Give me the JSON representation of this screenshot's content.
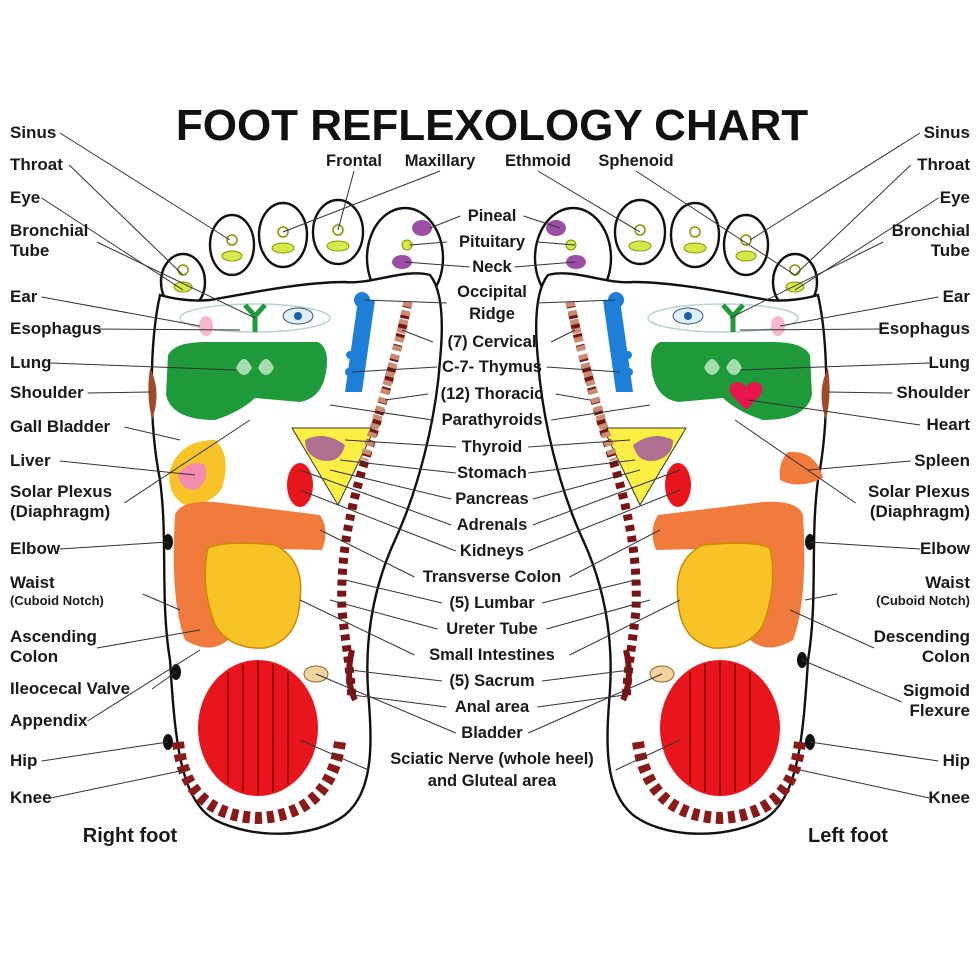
{
  "title": "FOOT REFLEXOLOGY CHART",
  "colors": {
    "lung": "#1e9a3a",
    "lung_inner": "#a6dcb0",
    "heel": "#e8161c",
    "heel_lines": "#8a0000",
    "spine": "#7a1414",
    "intestine_outer": "#f07b3c",
    "intestine_inner": "#f7c326",
    "stomach": "#fbef44",
    "blue": "#1e7fd8",
    "sinus": "#d7e84a"
  },
  "top_labels": [
    "Frontal",
    "Maxillary",
    "Ethmoid",
    "Sphenoid"
  ],
  "left_labels": [
    {
      "text": "Sinus"
    },
    {
      "text": "Throat"
    },
    {
      "text": "Eye"
    },
    {
      "text": "Bronchial",
      "text2": "Tube"
    },
    {
      "text": "Ear"
    },
    {
      "text": "Esophagus"
    },
    {
      "text": "Lung"
    },
    {
      "text": "Shoulder"
    },
    {
      "text": "Gall Bladder"
    },
    {
      "text": "Liver"
    },
    {
      "text": "Solar Plexus",
      "text2": "(Diaphragm)"
    },
    {
      "text": "Elbow"
    },
    {
      "text": "Waist",
      "text2": "(Cuboid Notch)"
    },
    {
      "text": "Ascending",
      "text2": "Colon"
    },
    {
      "text": "Ileocecal Valve"
    },
    {
      "text": "Appendix"
    },
    {
      "text": "Hip"
    },
    {
      "text": "Knee"
    }
  ],
  "right_labels": [
    {
      "text": "Sinus"
    },
    {
      "text": "Throat"
    },
    {
      "text": "Eye"
    },
    {
      "text": "Bronchial",
      "text2": "Tube"
    },
    {
      "text": "Ear"
    },
    {
      "text": "Esophagus"
    },
    {
      "text": "Lung"
    },
    {
      "text": "Shoulder"
    },
    {
      "text": "Heart"
    },
    {
      "text": "Spleen"
    },
    {
      "text": "Solar Plexus",
      "text2": "(Diaphragm)"
    },
    {
      "text": "Elbow"
    },
    {
      "text": "Waist",
      "text2": "(Cuboid Notch)"
    },
    {
      "text": "Descending",
      "text2": "Colon"
    },
    {
      "text": "Sigmoid",
      "text2": "Flexure"
    },
    {
      "text": "Hip"
    },
    {
      "text": "Knee"
    }
  ],
  "center_labels": [
    {
      "text": "Pineal"
    },
    {
      "text": "Pituitary"
    },
    {
      "text": "Neck"
    },
    {
      "text": "Occipital",
      "text2": "Ridge"
    },
    {
      "text": "(7) Cervical"
    },
    {
      "text": "C-7- Thymus"
    },
    {
      "text": "(12) Thoracic"
    },
    {
      "text": "Parathyroids"
    },
    {
      "text": "Thyroid"
    },
    {
      "text": "Stomach"
    },
    {
      "text": "Pancreas"
    },
    {
      "text": "Adrenals"
    },
    {
      "text": "Kidneys"
    },
    {
      "text": "Transverse Colon"
    },
    {
      "text": "(5) Lumbar"
    },
    {
      "text": "Ureter Tube"
    },
    {
      "text": "Small Intestines"
    },
    {
      "text": "(5) Sacrum"
    },
    {
      "text": "Anal area"
    },
    {
      "text": "Bladder"
    },
    {
      "text": "Sciatic Nerve (whole heel)",
      "text2": "and Gluteal area"
    }
  ],
  "foot_labels": {
    "right": "Right foot",
    "left": "Left foot"
  }
}
